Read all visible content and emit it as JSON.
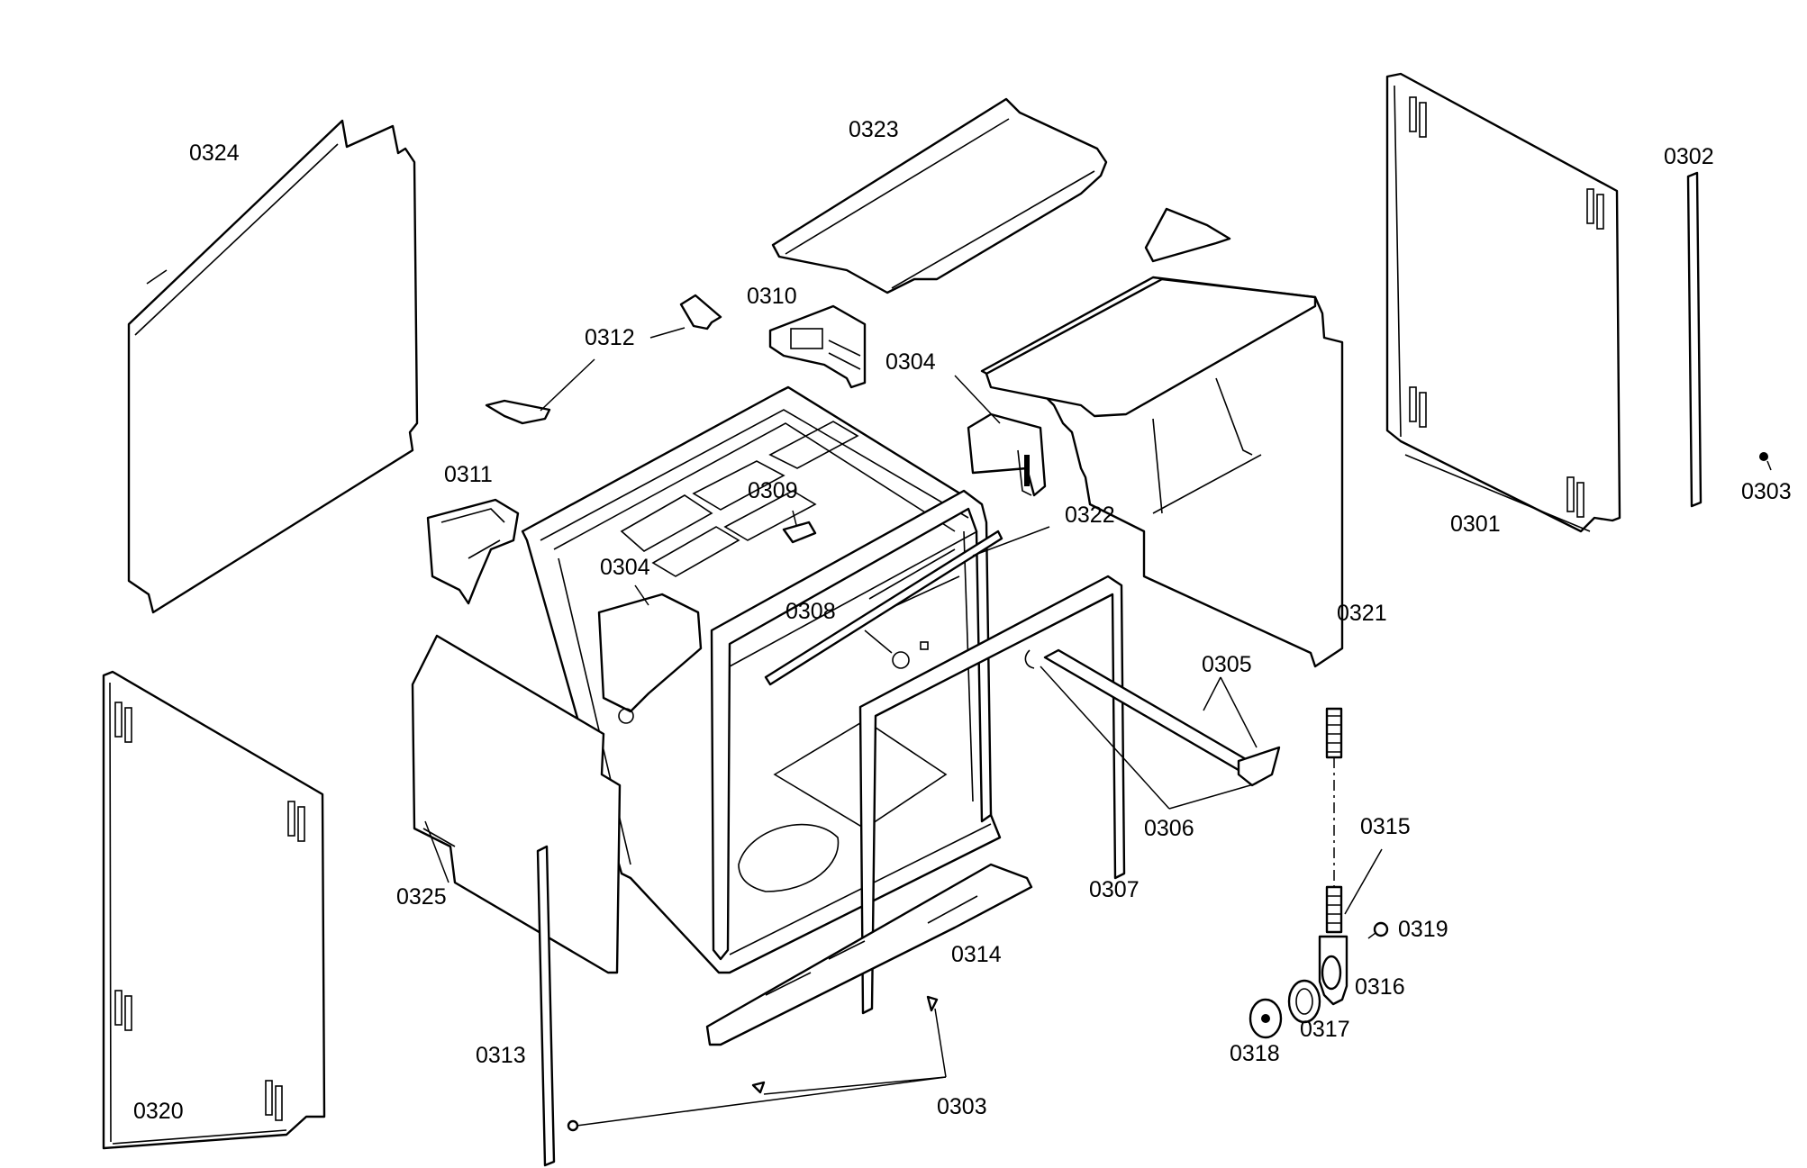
{
  "parts": [
    {
      "id": "p0324",
      "label": "0324"
    },
    {
      "id": "p0323",
      "label": "0323"
    },
    {
      "id": "p0302",
      "label": "0302"
    },
    {
      "id": "p0303a",
      "label": "0303"
    },
    {
      "id": "p0301",
      "label": "0301"
    },
    {
      "id": "p0312",
      "label": "0312"
    },
    {
      "id": "p0310",
      "label": "0310"
    },
    {
      "id": "p0304a",
      "label": "0304"
    },
    {
      "id": "p0311",
      "label": "0311"
    },
    {
      "id": "p0309",
      "label": "0309"
    },
    {
      "id": "p0322",
      "label": "0322"
    },
    {
      "id": "p0304b",
      "label": "0304"
    },
    {
      "id": "p0321",
      "label": "0321"
    },
    {
      "id": "p0308",
      "label": "0308"
    },
    {
      "id": "p0305",
      "label": "0305"
    },
    {
      "id": "p0306",
      "label": "0306"
    },
    {
      "id": "p0315",
      "label": "0315"
    },
    {
      "id": "p0325",
      "label": "0325"
    },
    {
      "id": "p0307",
      "label": "0307"
    },
    {
      "id": "p0319",
      "label": "0319"
    },
    {
      "id": "p0314",
      "label": "0314"
    },
    {
      "id": "p0316",
      "label": "0316"
    },
    {
      "id": "p0317",
      "label": "0317"
    },
    {
      "id": "p0318",
      "label": "0318"
    },
    {
      "id": "p0313",
      "label": "0313"
    },
    {
      "id": "p0320",
      "label": "0320"
    },
    {
      "id": "p0303b",
      "label": "0303"
    }
  ]
}
